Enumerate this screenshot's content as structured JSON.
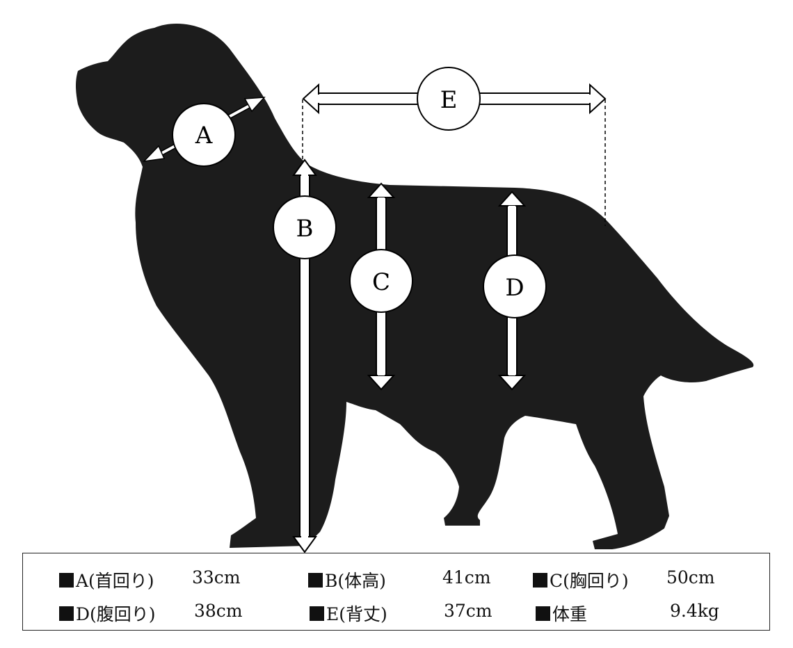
{
  "colors": {
    "silhouette": "#1c1c1c",
    "arrow_fill": "#ffffff",
    "outline": "#000000"
  },
  "labels": {
    "a": "A",
    "b": "B",
    "c": "C",
    "d": "D",
    "e": "E"
  },
  "legend": {
    "items": [
      {
        "label": "A(首回り)",
        "value": "33cm"
      },
      {
        "label": "B(体高)",
        "value": "41cm"
      },
      {
        "label": "C(胸回り)",
        "value": "50cm"
      },
      {
        "label": "D(腹回り)",
        "value": "38cm"
      },
      {
        "label": "E(背丈)",
        "value": "37cm"
      },
      {
        "label": "体重",
        "value": "9.4kg"
      }
    ]
  }
}
